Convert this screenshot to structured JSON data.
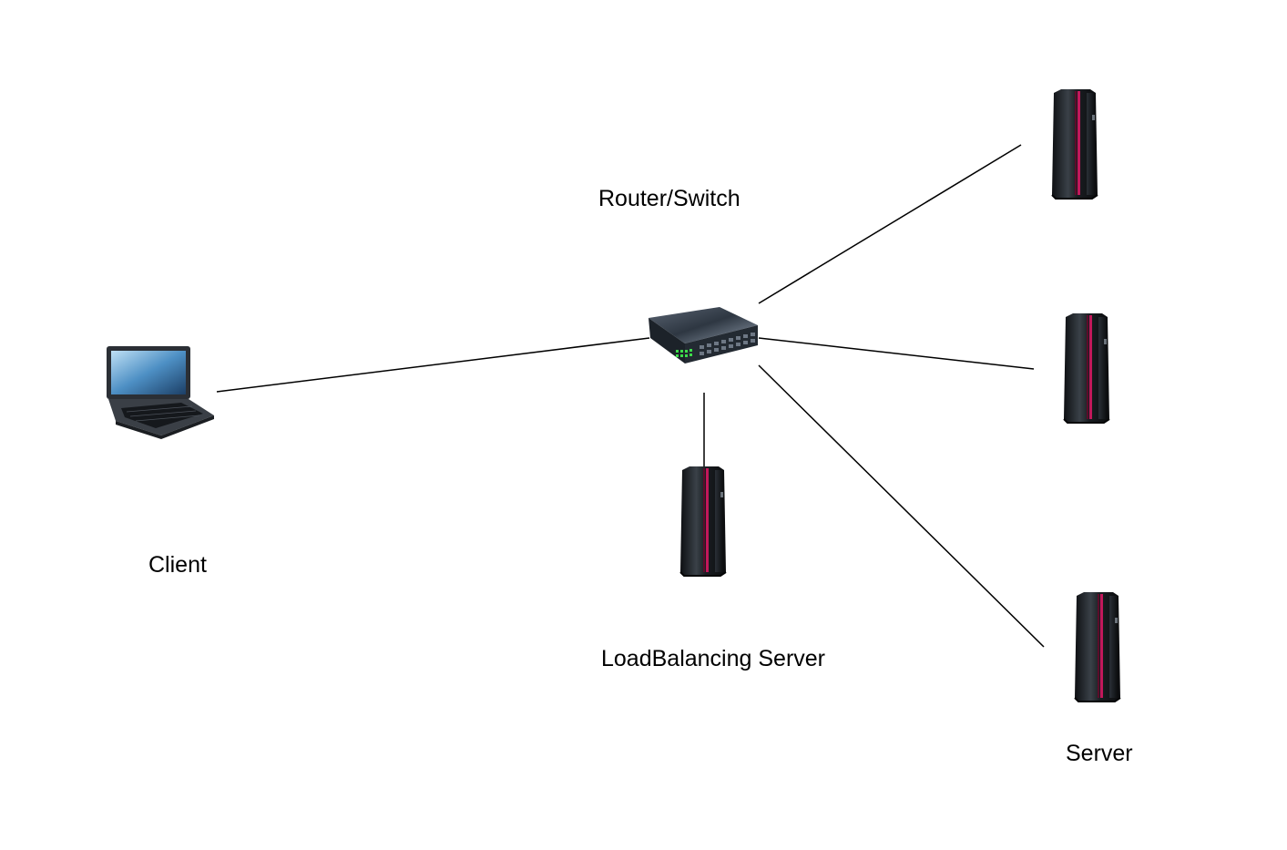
{
  "labels": {
    "router": "Router/Switch",
    "client": "Client",
    "load_balancer": "LoadBalancing Server",
    "server": "Server"
  },
  "colors": {
    "line": "#000000",
    "server_body": "#1e2226",
    "server_accent": "#c2185b",
    "switch_body": "#2c3440",
    "port_led": "#3ddc4a"
  },
  "icons": [
    "laptop-icon",
    "switch-icon",
    "server-icon"
  ]
}
